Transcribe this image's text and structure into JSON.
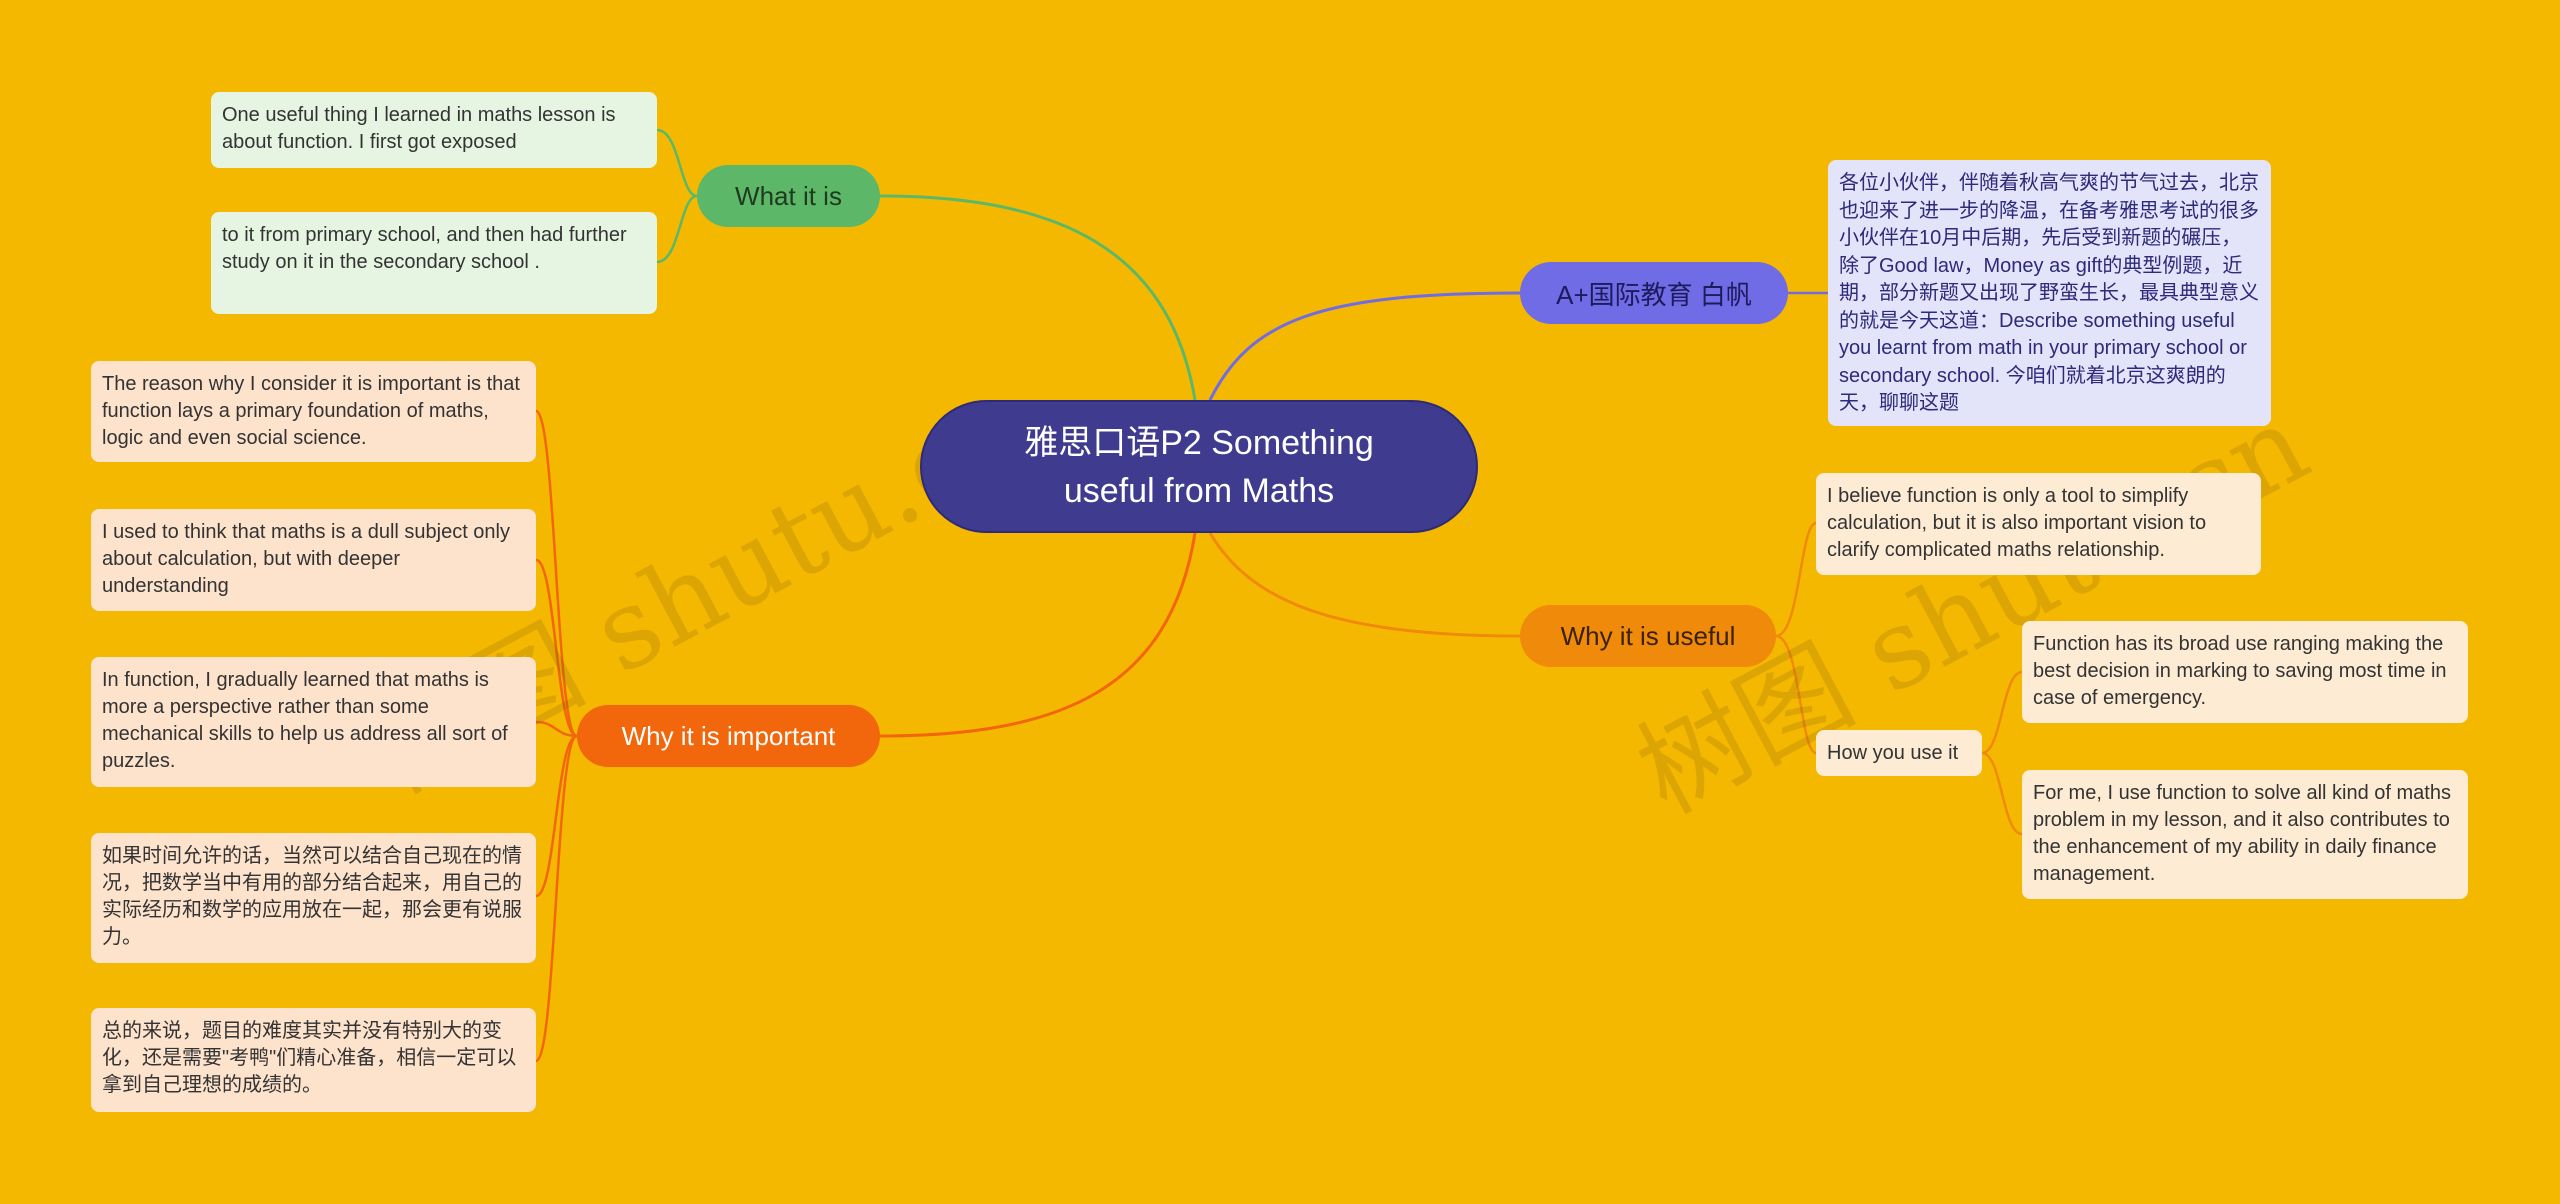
{
  "central": {
    "title": "雅思口语P2 Something useful from Maths"
  },
  "branches": {
    "what_it_is": {
      "label": "What it is",
      "children": [
        "One useful thing I learned in maths lesson is about function. I first got exposed",
        "to it from primary school, and then had further study on it in the secondary school ."
      ]
    },
    "why_important": {
      "label": "Why it is important",
      "children": [
        "The reason why I consider it is important is that function lays a primary foundation of maths, logic and even social science.",
        "I used to think that maths is a dull subject only about calculation, but with deeper understanding",
        "In function, I gradually learned that maths is more a perspective rather than some mechanical skills to help us address all sort of puzzles.",
        "如果时间允许的话，当然可以结合自己现在的情况，把数学当中有用的部分结合起来，用自己的实际经历和数学的应用放在一起，那会更有说服力。",
        "总的来说，题目的难度其实并没有特别大的变化，还是需要\"考鸭\"们精心准备，相信一定可以拿到自己理想的成绩的。"
      ]
    },
    "intro": {
      "label": "A+国际教育 白帆",
      "note": "各位小伙伴，伴随着秋高气爽的节气过去，北京也迎来了进一步的降温，在备考雅思考试的很多小伙伴在10月中后期，先后受到新题的碾压，除了Good law，Money as gift的典型例题，近期，部分新题又出现了野蛮生长，最具典型意义的就是今天这道：Describe something useful you learnt from math in your primary school or secondary school. 今咱们就着北京这爽朗的天，聊聊这题"
    },
    "why_useful": {
      "label": "Why it is useful",
      "statement": "I believe function is only a tool to simplify calculation, but it is also important vision to clarify complicated maths relationship.",
      "how": {
        "label": "How you use it",
        "children": [
          "Function has its broad use ranging making  the best decision in marking to saving most time in case of emergency.",
          "For me, I use function to solve all kind of maths problem in my lesson, and it also contributes to the enhancement of my ability in daily finance management."
        ]
      }
    }
  },
  "watermarks": [
    "树图 shutu.cn",
    "树图 shutu.cn"
  ],
  "colors": {
    "background": "#F5B800",
    "central": "#3F3B8F",
    "what_it_is": "#5CB868",
    "why_important": "#F26A10",
    "intro": "#6F6CE6",
    "why_useful": "#F08A0A"
  }
}
